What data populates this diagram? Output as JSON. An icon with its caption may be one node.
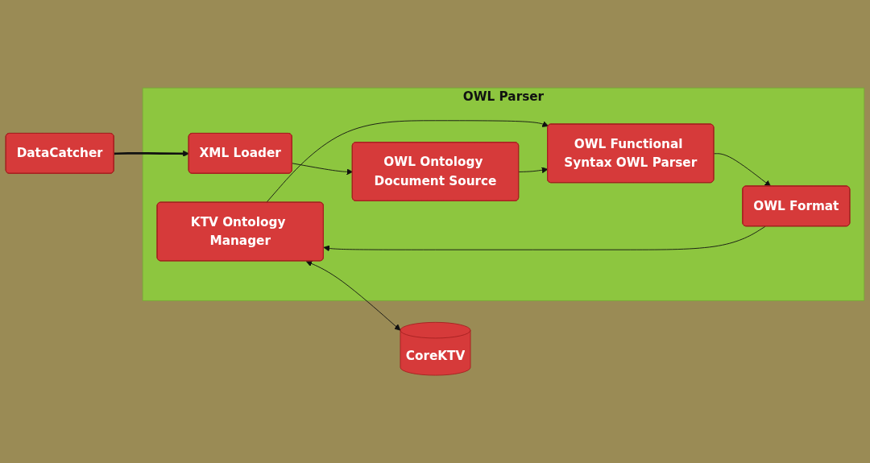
{
  "diagram": {
    "nodes": [
      {
        "text": [
          "OWL Parser"
        ]
      },
      {
        "text": [
          "KTV Ontology Manager"
        ],
        "in": 0
      },
      {
        "text": [
          "OWL Functional Syntax OWL Parser"
        ],
        "in": 0
      },
      {
        "text": [
          "OWL Format"
        ],
        "in": 0
      },
      {
        "text": [
          "OWL Ontology Document Source"
        ],
        "in": 0
      },
      {
        "text": [
          "XML Loader"
        ],
        "in": 0
      },
      {
        "text": [
          "CoreKTV"
        ]
      },
      {
        "text": [
          "DataCatcher"
        ]
      }
    ],
    "edges": [
      {
        "from": 1,
        "to": 6,
        "arrow": "both"
      },
      {
        "from": 1,
        "to": 2,
        "arrow": "to"
      },
      {
        "from": 2,
        "to": 3,
        "arrow": "to"
      },
      {
        "from": 3,
        "to": 1,
        "arrow": "to"
      },
      {
        "from": 5,
        "to": 4,
        "arrow": "to"
      },
      {
        "from": 4,
        "to": 2,
        "arrow": "to"
      },
      {
        "from": 7,
        "to": 5,
        "arrow": "to",
        "style": "thick"
      }
    ]
  }
}
